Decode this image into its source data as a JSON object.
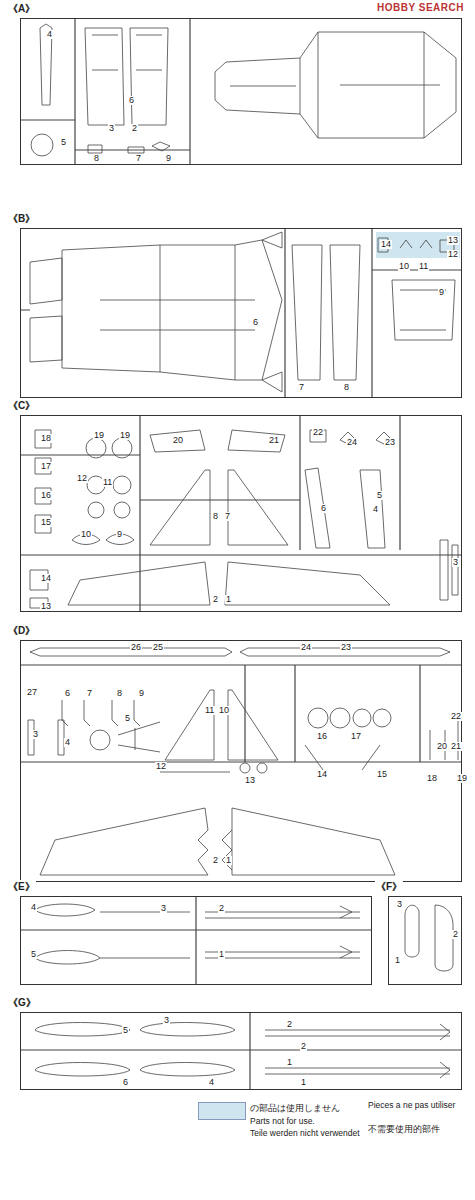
{
  "diagram": {
    "nodes": [
      {
        "text": [
          "《A》"
        ]
      },
      {
        "text": [
          "《B》"
        ]
      },
      {
        "text": [
          "《C》"
        ]
      },
      {
        "text": [
          "《D》"
        ]
      },
      {
        "text": [
          "《E》"
        ]
      },
      {
        "text": [
          "《F》"
        ]
      },
      {
        "text": [
          "《G》"
        ]
      }
    ],
    "edges": [],
    "labels": [
      "4",
      "5",
      "6",
      "3",
      "2",
      "8",
      "7",
      "9",
      "6",
      "7",
      "8",
      "14",
      "13",
      "12",
      "11",
      "10",
      "9",
      "18",
      "19",
      "19",
      "17",
      "12",
      "11",
      "16",
      "15",
      "10",
      "9",
      "20",
      "21",
      "22",
      "24",
      "23",
      "8",
      "7",
      "6",
      "5",
      "4",
      "3",
      "14",
      "13",
      "2",
      "1",
      "26",
      "25",
      "24",
      "23",
      "27",
      "6",
      "7",
      "8",
      "9",
      "3",
      "4",
      "5",
      "11",
      "10",
      "16",
      "17",
      "22",
      "21",
      "20",
      "12",
      "13",
      "14",
      "15",
      "18",
      "19",
      "2",
      "1",
      "4",
      "3",
      "2",
      "5",
      "1",
      "3",
      "1",
      "2",
      "3",
      "5",
      "6",
      "4",
      "2",
      "2",
      "1",
      "1",
      "HOBBY SEARCH"
    ],
    "legend": [
      {
        "text": "の部品は使用しません",
        "color": "#cfe6f1"
      },
      {
        "text": "Parts not for use."
      },
      {
        "text": "Teile werden nicht verwendet"
      },
      {
        "text": "Pieces a ne pas utiliser"
      },
      {
        "text": "不需要使用的部件"
      }
    ]
  }
}
